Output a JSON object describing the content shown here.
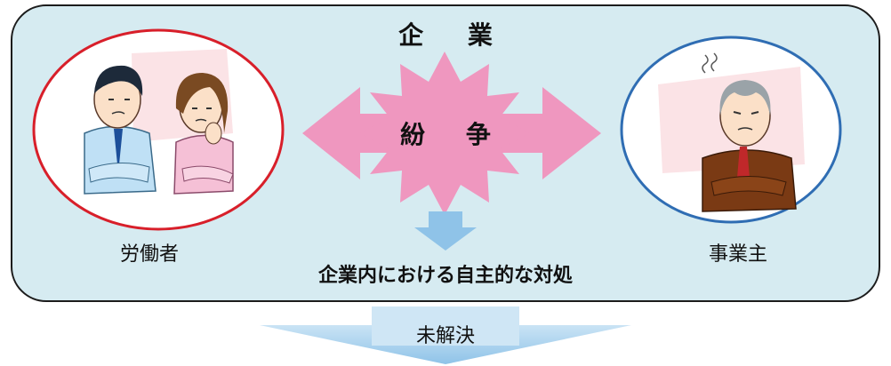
{
  "company": {
    "title": "企 業"
  },
  "conflict": {
    "label": "紛 争"
  },
  "worker": {
    "label": "労働者"
  },
  "employer": {
    "label": "事業主"
  },
  "internal_handling": {
    "label": "企業内における自主的な対処"
  },
  "unresolved": {
    "label": "未解決"
  },
  "colors": {
    "panel_bg": "#d6ebf1",
    "worker_circle": "#d81f2a",
    "employer_circle": "#2f6db3",
    "conflict_pink": "#ef97bf",
    "arrow_blue": "#8fc3e8"
  },
  "icons": [
    "worried-workers-illustration",
    "frowning-employer-illustration",
    "double-arrow",
    "burst-shape",
    "down-arrow"
  ]
}
